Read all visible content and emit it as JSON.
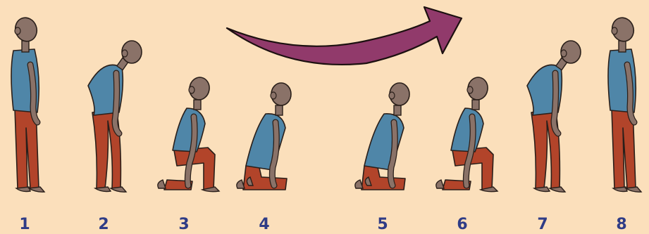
{
  "colors": {
    "background": "#fbdfbb",
    "skin": "#8a7268",
    "shirt": "#4f86a8",
    "trousers": "#b2442a",
    "outline": "#2a1f1a",
    "arrow": "#913a6b",
    "number": "#2f3c86"
  },
  "arrow": {
    "icon": "curved-arrow-right-icon"
  },
  "steps": [
    {
      "label": "1",
      "pose": "standing"
    },
    {
      "label": "2",
      "pose": "bending"
    },
    {
      "label": "3",
      "pose": "half-kneeling"
    },
    {
      "label": "4",
      "pose": "kneeling"
    },
    {
      "label": "5",
      "pose": "kneeling"
    },
    {
      "label": "6",
      "pose": "half-kneeling"
    },
    {
      "label": "7",
      "pose": "bending"
    },
    {
      "label": "8",
      "pose": "standing"
    }
  ]
}
